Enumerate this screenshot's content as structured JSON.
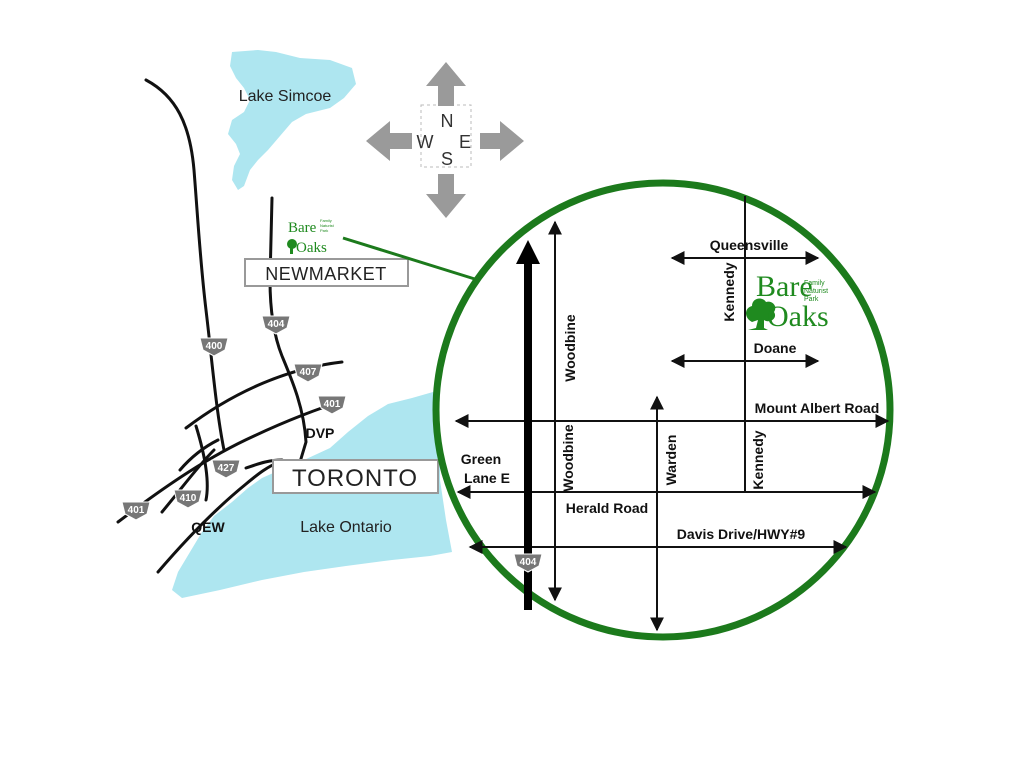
{
  "regional_map": {
    "lakes": {
      "simcoe": "Lake Simcoe",
      "ontario": "Lake Ontario"
    },
    "cities": {
      "newmarket": "NEWMARKET",
      "toronto": "TORONTO"
    },
    "compass": {
      "north": "N",
      "south": "S",
      "east": "E",
      "west": "W"
    },
    "highways": {
      "h400": "400",
      "h404": "404",
      "h407": "407",
      "h401_east": "401",
      "h401_west": "401",
      "h427": "427",
      "h410": "410",
      "qew": "QEW",
      "dvp": "DVP"
    },
    "logo": {
      "line1": "Bare",
      "line2": "Oaks",
      "tagline": [
        "Family",
        "Naturist",
        "Park"
      ]
    }
  },
  "detail_map": {
    "roads": {
      "queensville": "Queensville",
      "doane": "Doane",
      "mount_albert": "Mount Albert Road",
      "herald": "Herald Road",
      "davis": "Davis Drive/HWY#9",
      "green_lane_1": "Green",
      "green_lane_2": "Lane E",
      "woodbine_north": "Woodbine",
      "woodbine_south": "Woodbine",
      "warden": "Warden",
      "kennedy_north": "Kennedy",
      "kennedy_south": "Kennedy"
    },
    "highway_404": "404",
    "logo": {
      "line1": "Bare",
      "line2": "Oaks",
      "tagline": [
        "Family",
        "Naturist",
        "Park"
      ]
    }
  },
  "colors": {
    "lake": "#aee6f0",
    "road": "#111111",
    "circle": "#1c7a1c",
    "compass": "#9a9a9a",
    "shield": "#777777",
    "logo_green": "#1f8a1f"
  }
}
